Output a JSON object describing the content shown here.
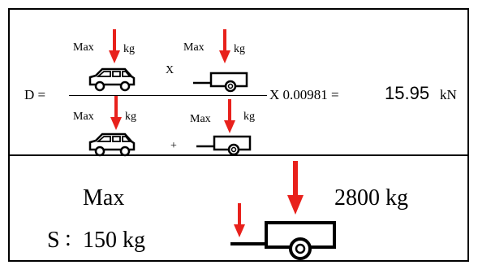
{
  "formula": {
    "lhs": "D =",
    "max": "Max",
    "kg": "kg",
    "times": "X",
    "plus": "+",
    "multiplier": "X 0.00981 =",
    "result": "15.95",
    "unit": "kN"
  },
  "ratings": {
    "max_label": "Max",
    "max_value": "2800 kg",
    "s_label": "S",
    "colon": ":",
    "s_value": "150  kg"
  },
  "colors": {
    "arrow": "#e8211c",
    "line": "#000000",
    "background": "#ffffff"
  },
  "icons": [
    "car-icon",
    "trailer-icon",
    "down-arrow-icon"
  ]
}
